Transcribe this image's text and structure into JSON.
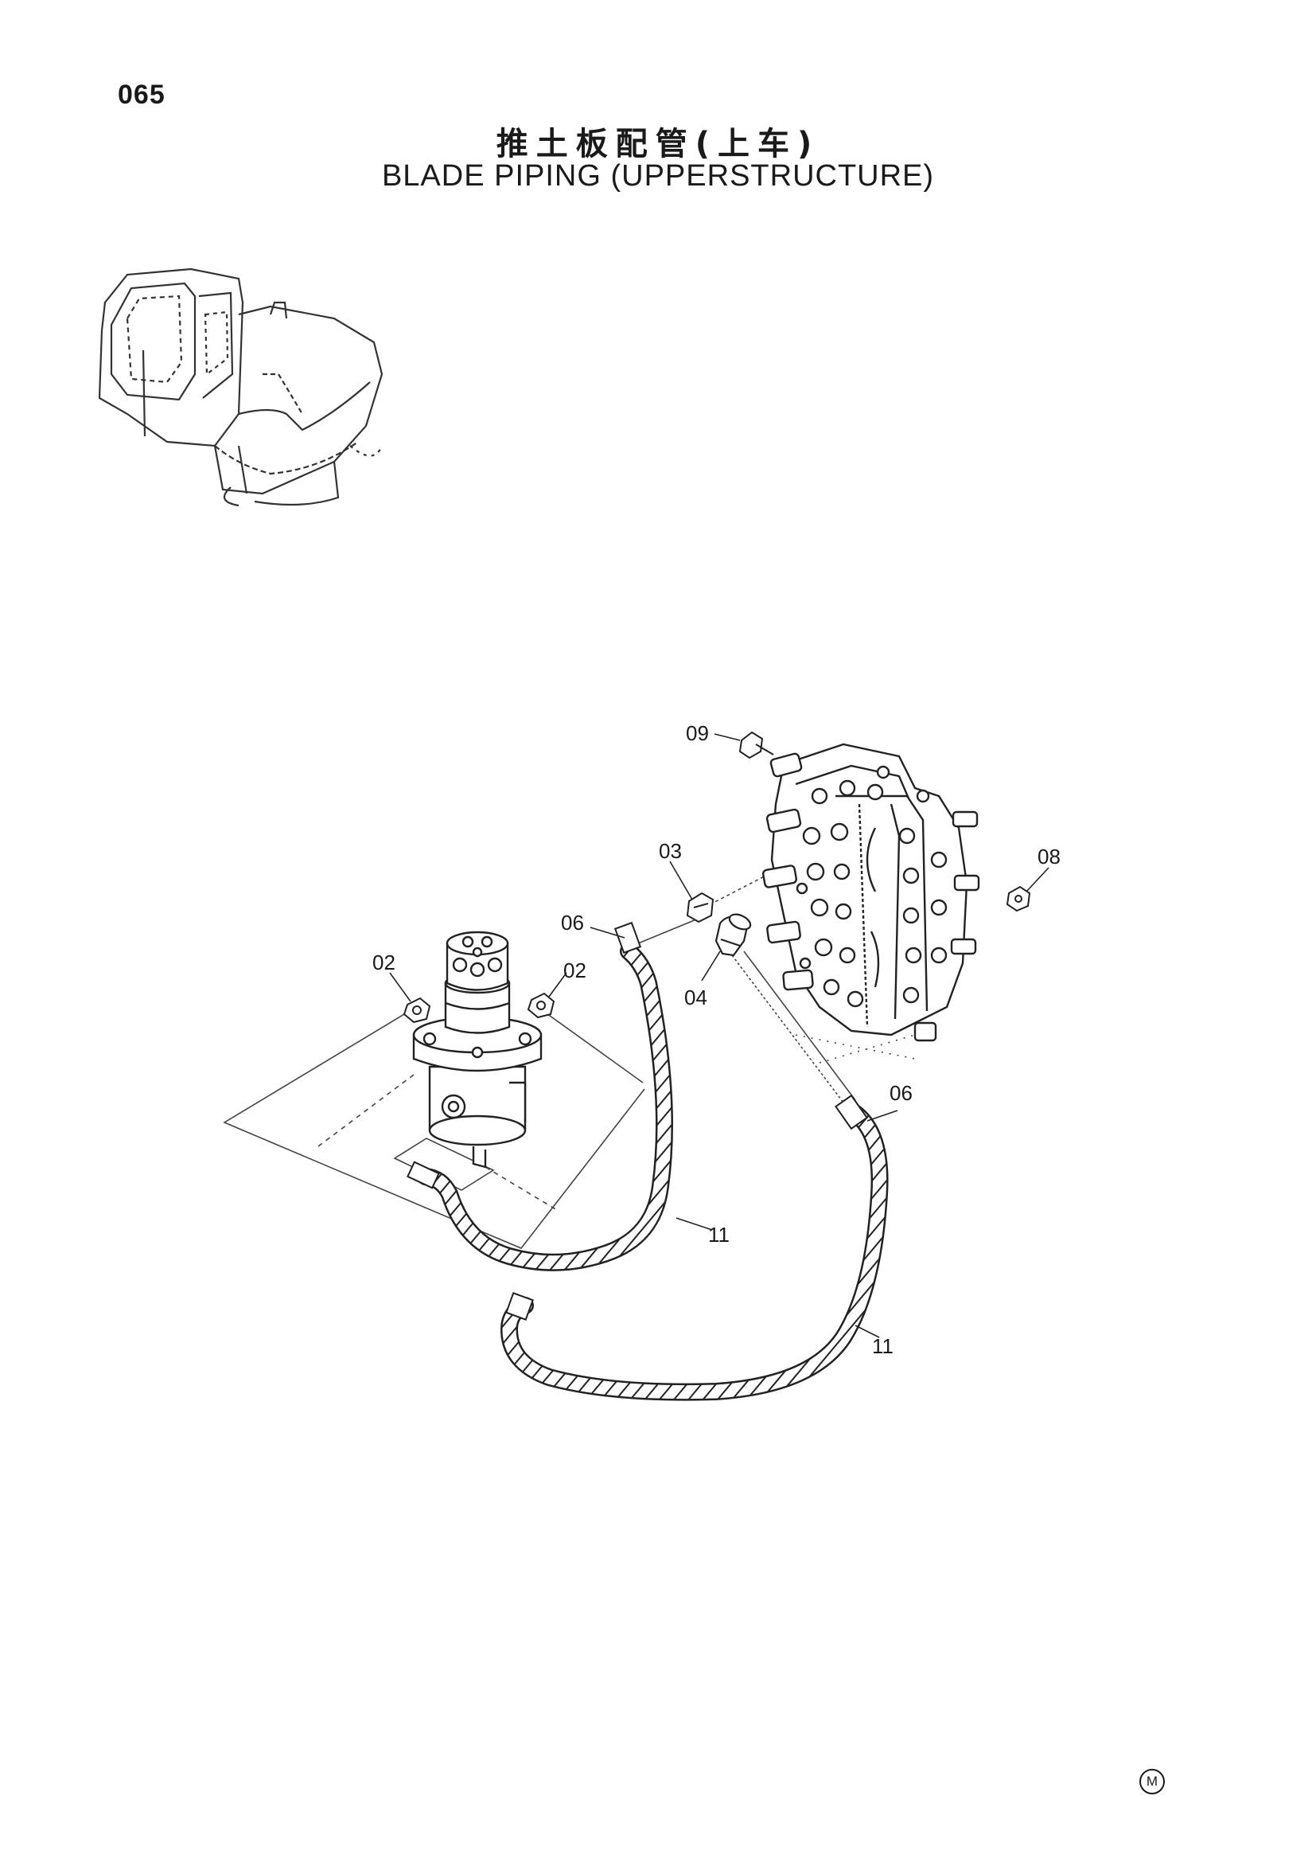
{
  "header": {
    "page_number": "065",
    "title_cn": "推土板配管(上车)",
    "title_en": "BLADE PIPING (UPPERSTRUCTURE)"
  },
  "callouts": [
    {
      "id": "c09",
      "label": "09"
    },
    {
      "id": "c03",
      "label": "03"
    },
    {
      "id": "c08",
      "label": "08"
    },
    {
      "id": "c06a",
      "label": "06"
    },
    {
      "id": "c02a",
      "label": "02"
    },
    {
      "id": "c02b",
      "label": "02"
    },
    {
      "id": "c04",
      "label": "04"
    },
    {
      "id": "c06b",
      "label": "06"
    },
    {
      "id": "c11a",
      "label": "11"
    },
    {
      "id": "c11b",
      "label": "11"
    }
  ],
  "footer": {
    "mark": "M"
  }
}
